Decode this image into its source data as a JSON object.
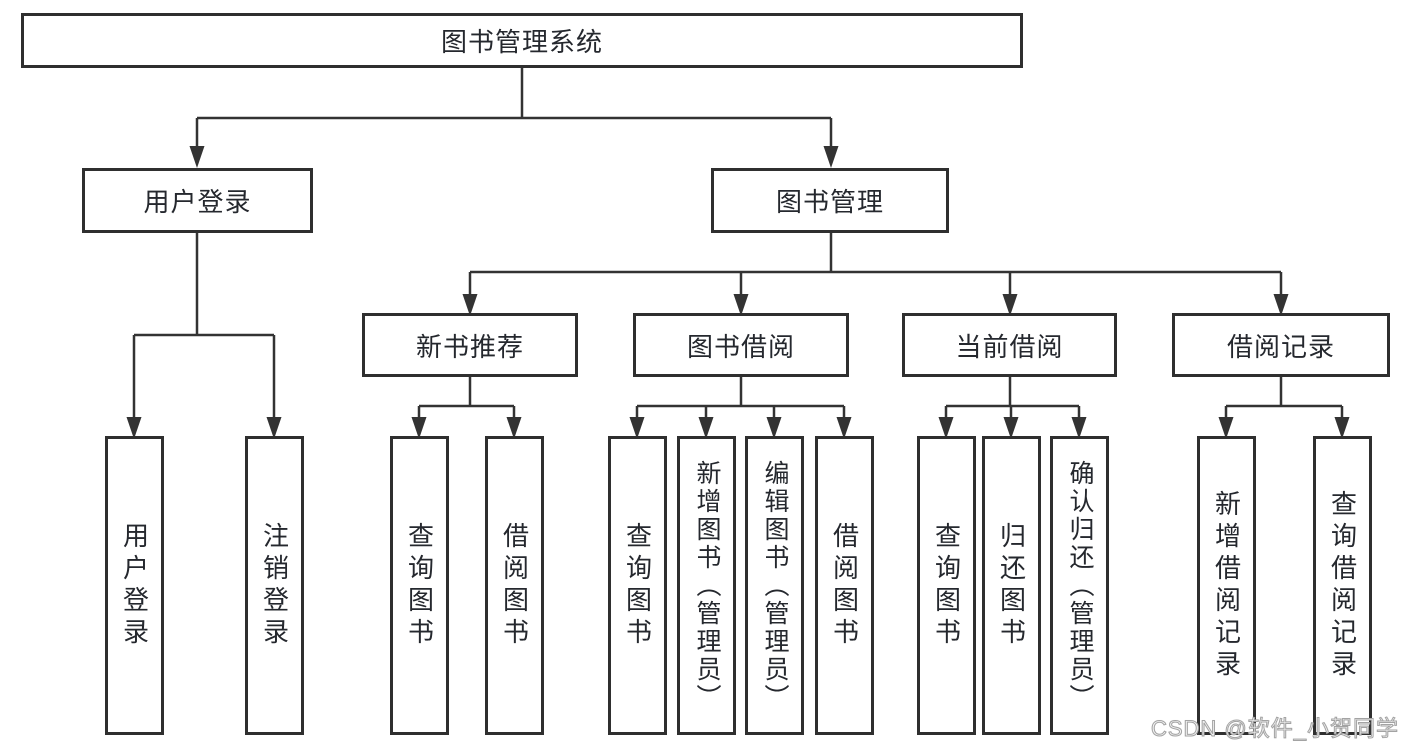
{
  "diagram": {
    "title": "图书管理系统",
    "root": {
      "label": "图书管理系统"
    },
    "level2": [
      {
        "label": "用户登录"
      },
      {
        "label": "图书管理"
      }
    ],
    "level3": [
      {
        "label": "新书推荐"
      },
      {
        "label": "图书借阅"
      },
      {
        "label": "当前借阅"
      },
      {
        "label": "借阅记录"
      }
    ],
    "leaves": [
      {
        "label": "用户登录"
      },
      {
        "label": "注销登录"
      },
      {
        "label": "查询图书"
      },
      {
        "label": "借阅图书"
      },
      {
        "label": "查询图书"
      },
      {
        "label": "新增图书（管理员）"
      },
      {
        "label": "编辑图书（管理员）"
      },
      {
        "label": "借阅图书"
      },
      {
        "label": "查询图书"
      },
      {
        "label": "归还图书"
      },
      {
        "label": "确认归还（管理员）"
      },
      {
        "label": "新增借阅记录"
      },
      {
        "label": "查询借阅记录"
      }
    ]
  },
  "watermark": {
    "text": "CSDN @软件_小贺同学"
  },
  "colors": {
    "line": "#333333",
    "border": "#2f2f2f",
    "text": "#25282e",
    "background": "#ffffff",
    "watermark_stroke": "#a3a3a3"
  }
}
